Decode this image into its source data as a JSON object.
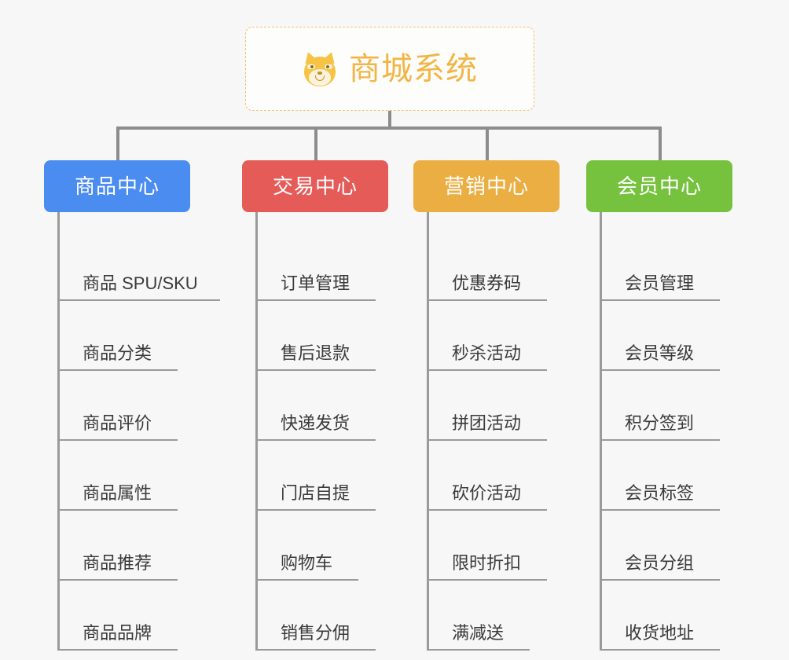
{
  "diagram": {
    "type": "mind-map",
    "background_color": "#f7f7f7",
    "root": {
      "title": "商城系统",
      "icon": "shiba-dog-face-emoji",
      "border_color": "#f0c070",
      "text_color": "#f2b545"
    },
    "branches": [
      {
        "label": "商品中心",
        "color": "#4a8cf0",
        "items": [
          "商品 SPU/SKU",
          "商品分类",
          "商品评价",
          "商品属性",
          "商品推荐",
          "商品品牌"
        ]
      },
      {
        "label": "交易中心",
        "color": "#e45b58",
        "items": [
          "订单管理",
          "售后退款",
          "快递发货",
          "门店自提",
          "购物车",
          "销售分佣"
        ]
      },
      {
        "label": "营销中心",
        "color": "#ebae43",
        "items": [
          "优惠券码",
          "秒杀活动",
          "拼团活动",
          "砍价活动",
          "限时折扣",
          "满减送"
        ]
      },
      {
        "label": "会员中心",
        "color": "#76c23f",
        "items": [
          "会员管理",
          "会员等级",
          "积分签到",
          "会员标签",
          "会员分组",
          "收货地址"
        ]
      }
    ],
    "connector_color": "#8c8c8c"
  }
}
